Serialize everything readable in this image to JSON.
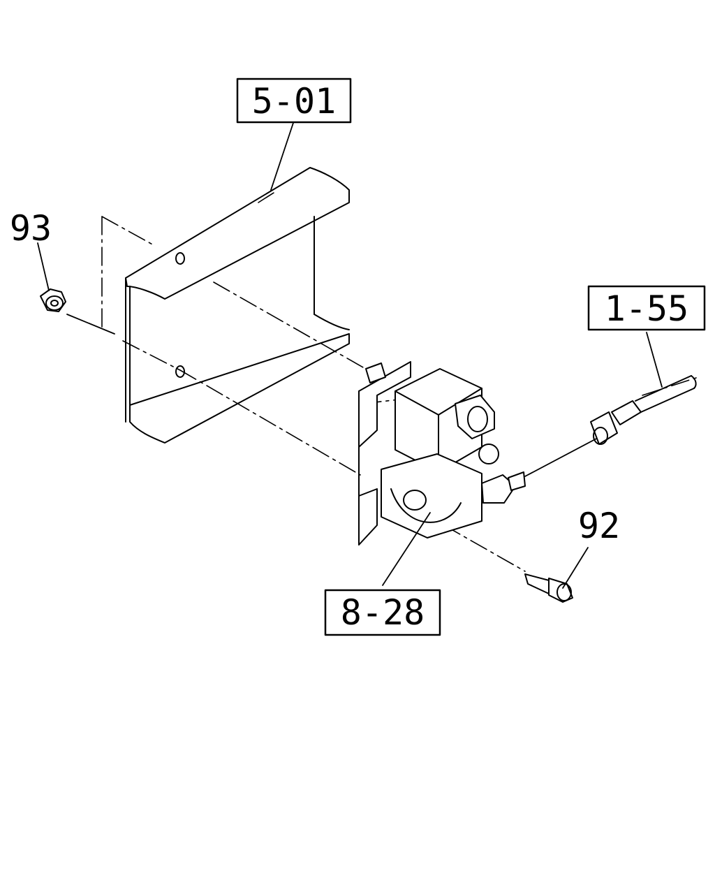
{
  "callouts": {
    "frame_ref": "5-01",
    "pipe_ref": "1-55",
    "valve_ref": "8-28",
    "nut_item": "93",
    "bolt_item": "92"
  }
}
